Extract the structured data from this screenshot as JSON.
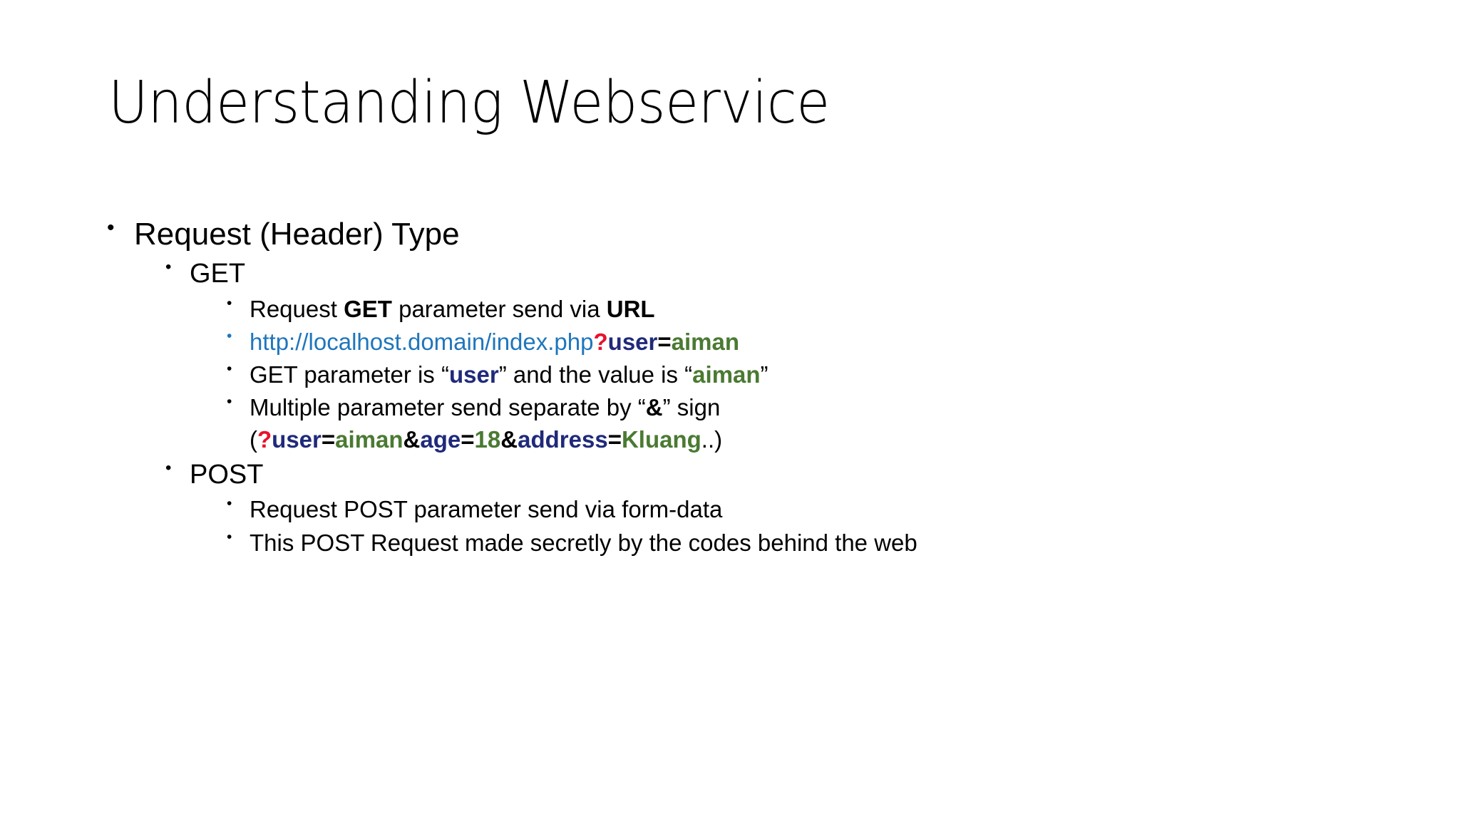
{
  "slide": {
    "title": "Understanding Webservice",
    "background_color": "#FFFFFF"
  },
  "colors": {
    "link_blue": "#1F76BC",
    "key_navy": "#1F2A7A",
    "value_green": "#4A7A32",
    "question_red": "#E8112D",
    "text_black": "#000000"
  },
  "bullet_glyph": "•",
  "outline": {
    "level1": {
      "text": "Request (Header) Type"
    },
    "get_section": {
      "label": "GET",
      "items": {
        "line1": {
          "part1": "Request ",
          "bold1": "GET",
          "part2": " parameter send via ",
          "bold2": "URL"
        },
        "line2_url": {
          "base": "http://localhost.domain/index.php",
          "question": "?",
          "key": "user",
          "equals": "=",
          "value": "aiman"
        },
        "line3": {
          "part1": "GET parameter is “",
          "key": "user",
          "part2": "” and the value is “",
          "value": "aiman",
          "part3": "”"
        },
        "line4": {
          "part1": "Multiple parameter send separate by “",
          "amp": "&",
          "part2": "” sign",
          "open_paren": "(",
          "question": "?",
          "key1": "user",
          "eq1": "=",
          "val1": "aiman",
          "amp1": "&",
          "key2": "age",
          "eq2": "=",
          "val2": "18",
          "amp2": "&",
          "key3": "address",
          "eq3": "=",
          "val3": "Kluang",
          "close_paren": "..)"
        }
      }
    },
    "post_section": {
      "label": "POST",
      "items": {
        "line1": "Request POST parameter send via form-data",
        "line2": "This POST Request made secretly by the codes behind the web"
      }
    }
  }
}
